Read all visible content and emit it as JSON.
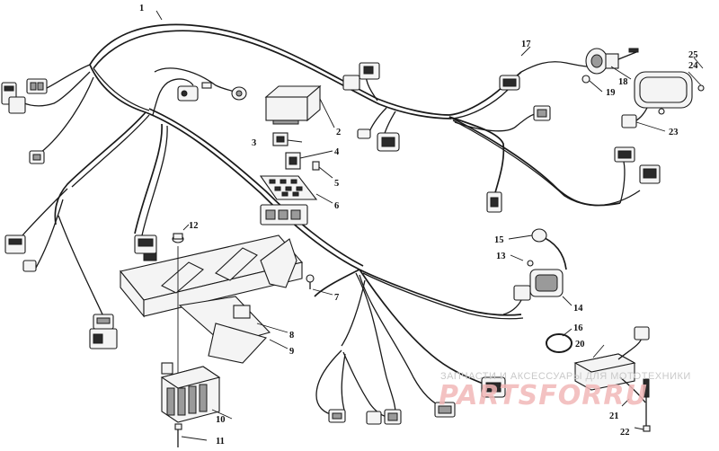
{
  "diagram": {
    "callouts": [
      "1",
      "2",
      "3",
      "4",
      "5",
      "6",
      "7",
      "8",
      "9",
      "10",
      "11",
      "12",
      "13",
      "14",
      "15",
      "16",
      "17",
      "18",
      "19",
      "20",
      "21",
      "22",
      "23",
      "24",
      "25"
    ]
  },
  "watermark": {
    "caption": "ЗАПЧАСТИ И АКСЕССУАРЫ ДЛЯ МОТОТЕХНИКИ",
    "logo": "PARTSFORRU"
  }
}
